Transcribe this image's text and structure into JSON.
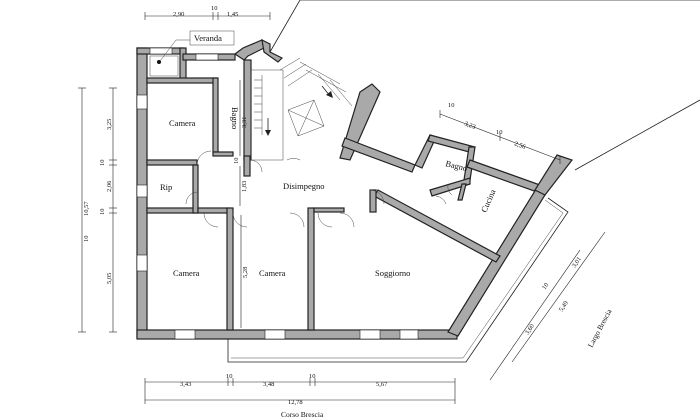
{
  "rooms": {
    "veranda": "Veranda",
    "bagno_small": "Bagno",
    "camera_top": "Camera",
    "rip": "Rip",
    "disimpegno": "Disimpegno",
    "camera_left": "Camera",
    "camera_mid": "Camera",
    "soggiorno": "Soggiorno",
    "bagno_right": "Bagno",
    "cucina": "Cucina"
  },
  "dimensions": {
    "top_a": "2,90",
    "top_b": "10",
    "top_c": "1,45",
    "left_total": "10,57",
    "left_10a": "10",
    "left_a": "3,25",
    "left_10b": "10",
    "left_b": "2,06",
    "left_10c": "10",
    "left_c": "5,05",
    "bagno_h": "3,31",
    "bagno_10": "10",
    "hall_h": "1,83",
    "camera_mid_h": "5,28",
    "top_right_10a": "10",
    "top_right_a": "3,23",
    "top_right_10b": "10",
    "top_right_b": "2,56",
    "right_a": "3,01",
    "right_10": "10",
    "right_b": "3,60",
    "right_c": "5,49",
    "bottom_a": "3,43",
    "bottom_10a": "10",
    "bottom_b": "3,48",
    "bottom_10b": "10",
    "bottom_c": "5,67",
    "bottom_total": "12,78"
  },
  "streets": {
    "bottom": "Corso Brescia",
    "right": "Largo Brescia"
  }
}
